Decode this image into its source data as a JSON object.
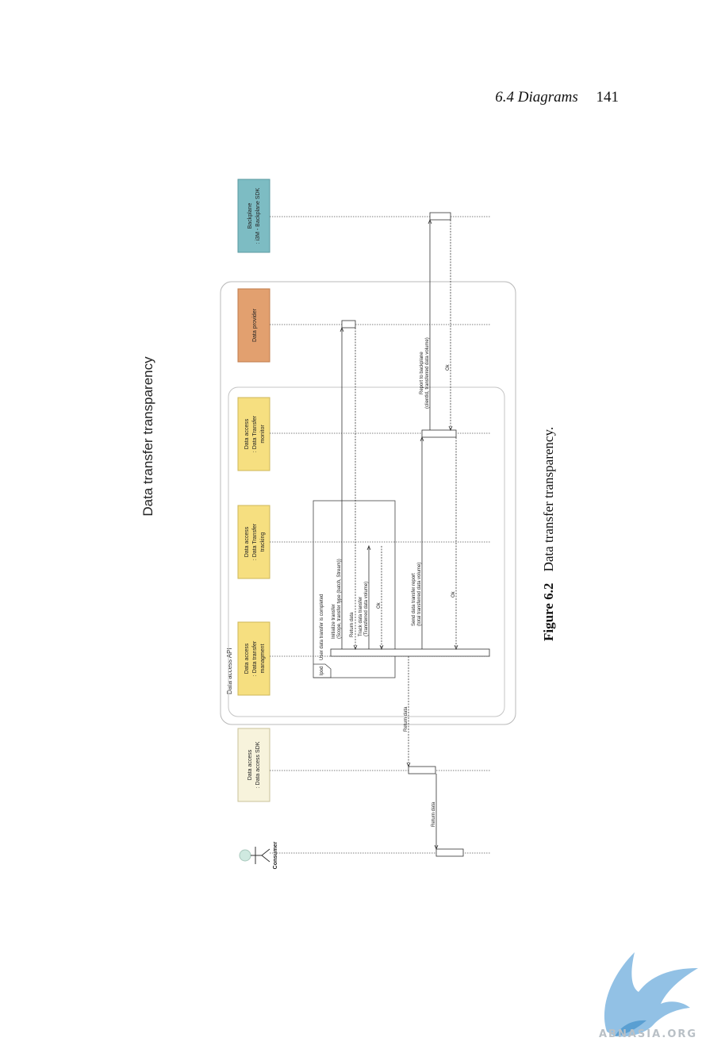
{
  "header": {
    "section": "6.4  Diagrams",
    "page": "141"
  },
  "diagram": {
    "title": "Data transfer transparency",
    "boundary_label": "Data access API",
    "participants": {
      "consumer": "Consumer",
      "sdk_l1": "Data access",
      "sdk_l2": ": Data access SDK",
      "mgmt_l1": "Data access",
      "mgmt_l2": ": Data transfer",
      "mgmt_l3": "managment",
      "track_l1": "Data access",
      "track_l2": ": Data Transfer",
      "track_l3": "tracking",
      "monitor_l1": "Data access",
      "monitor_l2": ": Data Transfer",
      "monitor_l3": "monitor",
      "provider": "Data provider",
      "backplane_l1": "Backplane",
      "backplane_l2": ": i3M - Backplane SDK"
    },
    "fragment": {
      "operator": "lpod",
      "guard": "User data transfer is completed"
    },
    "messages": {
      "init_l1": "Initialize transfer",
      "init_l2": "(Scope, transfer type (batch, Stream))",
      "return_data_provider": "Return data",
      "track_l1": "Track data transfer",
      "track_l2": "(Transferred data volume)",
      "ok1": "Ok",
      "send_l1": "Send data transfer report",
      "send_l2": "(total transferred data volume)",
      "ok2": "Ok",
      "report_l1": "Report to backplane",
      "report_l2": "(clientId, transferred data volume)",
      "ok3": "Ok",
      "return_data_mgmt": "Return data",
      "return_data_sdk": "Return data"
    },
    "colors": {
      "sdk": "#f7f3dc",
      "yellow": "#f6df80",
      "provider": "#e2a06f",
      "backplane": "#7dbcc3",
      "consumer": "#cfe9e0"
    }
  },
  "caption": {
    "label": "Figure 6.2",
    "text": "Data transfer transparency."
  },
  "watermark": {
    "text": "ABNASIA.ORG"
  }
}
